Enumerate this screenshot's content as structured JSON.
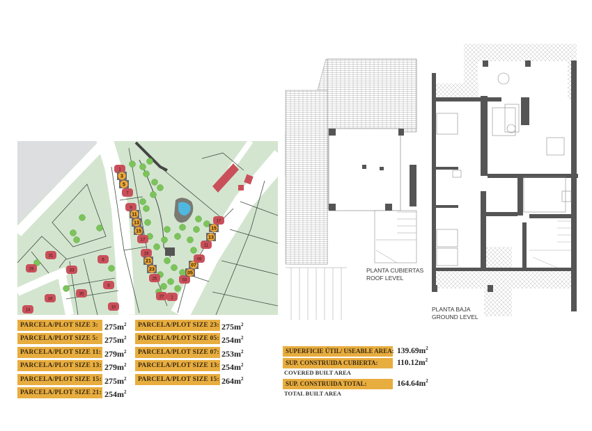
{
  "site_map": {
    "markers": [
      {
        "label": "1",
        "type": "house"
      },
      {
        "label": "3",
        "type": "highlight"
      },
      {
        "label": "5",
        "type": "highlight"
      },
      {
        "label": "7",
        "type": "house"
      },
      {
        "label": "9",
        "type": "house"
      },
      {
        "label": "11",
        "type": "highlight"
      },
      {
        "label": "13",
        "type": "highlight"
      },
      {
        "label": "15",
        "type": "highlight"
      },
      {
        "label": "17",
        "type": "house"
      },
      {
        "label": "19",
        "type": "house"
      },
      {
        "label": "21",
        "type": "highlight"
      },
      {
        "label": "23",
        "type": "highlight"
      },
      {
        "label": "25",
        "type": "house"
      },
      {
        "label": "27",
        "type": "house"
      },
      {
        "label": "1",
        "type": "house"
      },
      {
        "label": "03",
        "type": "house"
      },
      {
        "label": "05",
        "type": "highlight"
      },
      {
        "label": "07",
        "type": "highlight"
      },
      {
        "label": "09",
        "type": "house"
      },
      {
        "label": "11",
        "type": "house"
      },
      {
        "label": "13",
        "type": "highlight"
      },
      {
        "label": "15",
        "type": "highlight"
      },
      {
        "label": "17",
        "type": "house"
      },
      {
        "label": "31",
        "type": "house"
      },
      {
        "label": "29",
        "type": "house"
      },
      {
        "label": "33",
        "type": "house"
      },
      {
        "label": "6",
        "type": "house"
      },
      {
        "label": "35",
        "type": "house"
      },
      {
        "label": "8",
        "type": "house"
      },
      {
        "label": "10",
        "type": "house"
      },
      {
        "label": "16",
        "type": "house"
      },
      {
        "label": "14",
        "type": "house"
      }
    ],
    "colors": {
      "ground": "#d3e5cf",
      "road": "#ffffff",
      "gray_area": "#dcdee0",
      "house": "#c9505a",
      "highlight": "#f0a93a",
      "pool": "#4fb8e0",
      "tree": "#7cc45a"
    }
  },
  "plot_sizes": {
    "left": [
      {
        "label": "PARCELA/PLOT SIZE 3:",
        "value": "275m",
        "unit": "2"
      },
      {
        "label": "PARCELA/PLOT SIZE 5:",
        "value": "275m",
        "unit": "2"
      },
      {
        "label": "PARCELA/PLOT SIZE 11:",
        "value": "279m",
        "unit": "2"
      },
      {
        "label": "PARCELA/PLOT SIZE 13:",
        "value": "279m",
        "unit": "2"
      },
      {
        "label": "PARCELA/PLOT SIZE 15:",
        "value": "275m",
        "unit": "2"
      },
      {
        "label": "PARCELA/PLOT SIZE 21:",
        "value": "254m",
        "unit": "2"
      }
    ],
    "right": [
      {
        "label": "PARCELA/PLOT SIZE 23:",
        "value": "275m",
        "unit": "2"
      },
      {
        "label": "PARCELA/PLOT SIZE 05:",
        "value": "254m",
        "unit": "2"
      },
      {
        "label": "PARCELA/PLOT SIZE 07:",
        "value": "253m",
        "unit": "2"
      },
      {
        "label": "PARCELA/PLOT SIZE 13:",
        "value": "254m",
        "unit": "2"
      },
      {
        "label": "PARCELA/PLOT SIZE 15:",
        "value": "264m",
        "unit": "2"
      }
    ],
    "label_color": "#e8ad3f"
  },
  "areas": [
    {
      "label": "SUPERFICIE ÚTIL/ USEABLE AREA:",
      "sub": "",
      "value": "139.69m",
      "unit": "2"
    },
    {
      "label": "SUP. CONSTRUIDA CUBIERTA:",
      "sub": "COVERED BUILT AREA",
      "value": "110.12m",
      "unit": "2"
    },
    {
      "label": "SUP. CONSTRUIDA TOTAL:",
      "sub": "TOTAL BUILT AREA",
      "value": "164.64m",
      "unit": "2"
    }
  ],
  "plans": {
    "roof": {
      "line1": "PLANTA CUBIERTAS",
      "line2": "ROOF LEVEL"
    },
    "ground": {
      "line1": "PLANTA BAJA",
      "line2": "GROUND LEVEL"
    }
  }
}
